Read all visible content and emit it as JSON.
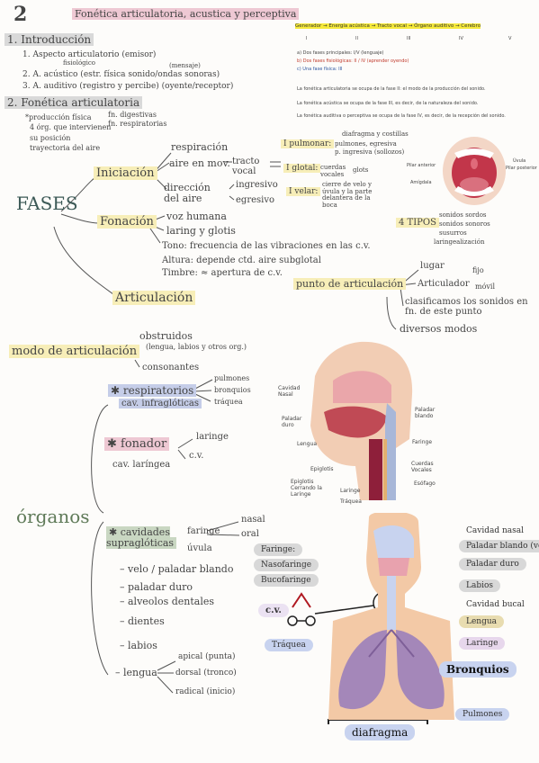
{
  "header": {
    "title": "Fonética articulatoria, acustica y perceptiva",
    "number": "2"
  },
  "intro": {
    "heading": "1. Introducción",
    "item1": "1. Aspecto articulatorio (emisor)",
    "item1_sub": "fisiológico",
    "item2": "2. A. acústico (estr. física sonido/ondas sonoras)",
    "item2_sub": "(mensaje)",
    "item3": "3. A. auditivo (registro y percibe) (oyente/receptor)"
  },
  "fonetica": {
    "heading": "2. Fonética articulatoria",
    "prod": "*producción física",
    "org": "4 órg. que intervienen",
    "fn1": "fn. digestivas",
    "fn2": "fn. respiratorias",
    "pos": "su posición",
    "tray": "trayectoria del aire"
  },
  "fases": {
    "label": "FASES",
    "iniciacion": "Iniciación",
    "respiracion": "respiración",
    "aire_mov": "aire en mov.",
    "tracto": "tracto vocal",
    "direccion": "dirección del aire",
    "ingresivo": "ingresivo",
    "egresivo": "egresivo",
    "pulmonar": "I pulmonar:",
    "pulm_1": "diafragma y costillas",
    "pulm_2": "pulmones, egresiva",
    "pulm_3": "p. ingresiva (sollozos)",
    "glotal": "I glotal:",
    "glotal_1": "cuerdas vocales",
    "glotal_2": "glots",
    "velar": "I velar:",
    "velar_1": "cierre de velo y úvula y la parte delantera de la boca",
    "fonacion": "Fonación",
    "voz": "voz humana",
    "laring": "laring y glotis",
    "tono": "Tono: frecuencia de las vibraciones en las c.v.",
    "altura": "Altura: depende ctd. aire subglotal",
    "timbre": "Timbre: ≈ apertura de c.v.",
    "tipos": "4 TIPOS",
    "tipos_1": "sonidos sordos",
    "tipos_2": "sonidos sonoros",
    "tipos_3": "susurros",
    "tipos_4": "laringealización",
    "articulacion": "Articulación",
    "punto": "punto de articulación",
    "lugar": "lugar",
    "articulador": "Articulador",
    "fijo": "fijo",
    "movil": "móvil",
    "clasif": "clasificamos los sonidos en fn. de este punto",
    "diversos": "diversos modos"
  },
  "modo": {
    "label": "modo de articulación",
    "obstruido": "obstruidos",
    "obstruido_sub": "(lengua, labios y otros org.)",
    "consonantes": "consonantes"
  },
  "organos": {
    "label": "órganos",
    "resp": "respiratorios",
    "resp_sub": "cav. infraglóticas",
    "pulmones": "pulmones",
    "bronquios": "bronquios",
    "traquea": "tráquea",
    "fonador": "fonador",
    "fonador_sub": "cav. laríngea",
    "laringe": "laringe",
    "cv": "c.v.",
    "cavidades": "cavidades supraglóticas",
    "faringe": "faringe",
    "nasal": "nasal",
    "oral": "oral",
    "uvula": "úvula",
    "velo": "velo / paladar blando",
    "paladar": "paladar duro",
    "alveolos": "alveolos dentales",
    "dientes": "dientes",
    "labios": "labios",
    "lengua": "lengua",
    "apical": "apical (punta)",
    "dorsal": "dorsal (tronco)",
    "radical": "radical (inicio)"
  },
  "printed": {
    "phases": "Generador → Energía acústica → Tracto vocal → Órgano auditivo → Cerebro",
    "roman": [
      "I",
      "II",
      "III",
      "IV",
      "V"
    ],
    "a": "a) Dos fases principales: I/V (lenguaje)",
    "b": "b) Dos fases fisiológicas: II / IV (aprender oyendo)",
    "c": "c) Una fase física: III",
    "bullet1": "La fonética articulatoria se ocupa de la fase II: el modo de la producción del sonido.",
    "bullet2": "La fonética acústica se ocupa de la fase III, es decir, de la naturaleza del sonido.",
    "bullet3": "La fonética auditiva o perceptiva se ocupa de la fase IV, es decir, de la recepción del sonido."
  },
  "mouth": {
    "left1": "Pilar anterior",
    "left2": "Amígdala",
    "right1": "Úvula",
    "right2": "Pilar posterior"
  },
  "head_labels": {
    "cavidad_nasal": "Cavidad Nasal",
    "paladar_blando": "Paladar blando",
    "paladar_duro": "Paladar duro",
    "faringe": "Faringe",
    "lengua": "Lengua",
    "epiglotis": "Epiglotis",
    "epiglotis_cerrando": "Epiglotis Cerrando la Laringe",
    "cuerdas": "Cuerdas Vocales",
    "laringe": "Laringe",
    "traquea": "Tráquea",
    "esofago": "Esófago"
  },
  "body_labels": {
    "faringe": "Faringe:",
    "nasofaringe": "Nasofaringe",
    "bucofaringe": "Bucofaringe",
    "cavidad_nasal": "Cavidad nasal",
    "paladar_blando": "Paladar blando (velo)",
    "paladar_duro": "Paladar duro",
    "labios": "Labios",
    "cavidad_bucal": "Cavidad bucal",
    "lengua": "Lengua",
    "laringe": "Laringe",
    "traquea": "Tráquea",
    "bronquios": "Bronquios",
    "pulmones": "Pulmones",
    "diafragma": "diafragma",
    "cv": "c.v."
  },
  "colors": {
    "pink": "#eec8d3",
    "yellow": "#f3e39a",
    "blue": "#c5cde8",
    "green": "#c9d7c2"
  }
}
